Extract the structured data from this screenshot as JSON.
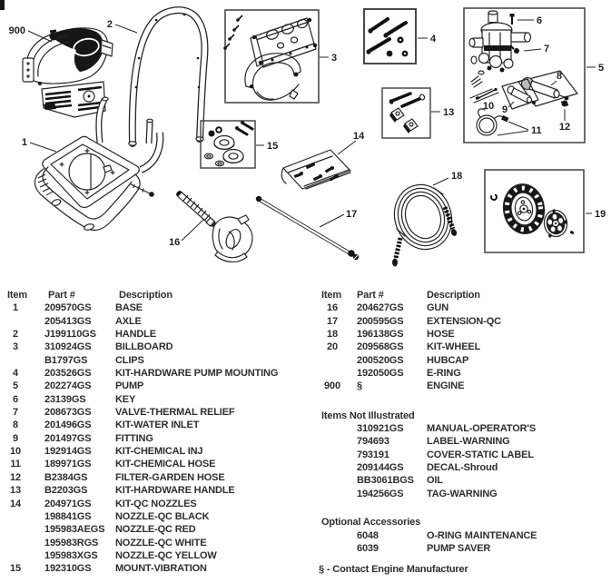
{
  "diagram": {
    "callouts": {
      "900": "900",
      "1": "1",
      "2": "2",
      "3": "3",
      "4": "4",
      "5": "5",
      "6": "6",
      "7": "7",
      "8": "8",
      "9": "9",
      "10": "10",
      "11": "11",
      "12": "12",
      "13": "13",
      "14": "14",
      "15": "15",
      "16": "16",
      "17": "17",
      "18": "18",
      "19": "19"
    }
  },
  "parts_table": {
    "headers": {
      "item": "Item",
      "part": "Part #",
      "desc": "Description"
    },
    "left_rows": [
      {
        "item": "1",
        "part": "209570GS",
        "desc": "BASE"
      },
      {
        "item": "",
        "part": "205413GS",
        "desc": "AXLE"
      },
      {
        "item": "2",
        "part": "J199110GS",
        "desc": "HANDLE"
      },
      {
        "item": "3",
        "part": "310924GS",
        "desc": "BILLBOARD"
      },
      {
        "item": "",
        "part": "B1797GS",
        "desc": "CLIPS"
      },
      {
        "item": "4",
        "part": "203526GS",
        "desc": "KIT-HARDWARE PUMP MOUNTING"
      },
      {
        "item": "5",
        "part": "202274GS",
        "desc": "PUMP"
      },
      {
        "item": "6",
        "part": "23139GS",
        "desc": "KEY"
      },
      {
        "item": "7",
        "part": "208673GS",
        "desc": "VALVE-THERMAL RELIEF"
      },
      {
        "item": "8",
        "part": "201496GS",
        "desc": "KIT-WATER INLET"
      },
      {
        "item": "9",
        "part": "201497GS",
        "desc": "FITTING"
      },
      {
        "item": "10",
        "part": "192914GS",
        "desc": "KIT-CHEMICAL INJ"
      },
      {
        "item": "11",
        "part": "189971GS",
        "desc": "KIT-CHEMICAL HOSE"
      },
      {
        "item": "12",
        "part": "B2384GS",
        "desc": "FILTER-GARDEN HOSE"
      },
      {
        "item": "13",
        "part": "B2203GS",
        "desc": "KIT-HARDWARE HANDLE"
      },
      {
        "item": "14",
        "part": "204971GS",
        "desc": "KIT-QC NOZZLES"
      },
      {
        "item": "",
        "part": "198841GS",
        "desc": "NOZZLE-QC BLACK"
      },
      {
        "item": "",
        "part": "195983AEGS",
        "desc": "NOZZLE-QC RED"
      },
      {
        "item": "",
        "part": "195983RGS",
        "desc": "NOZZLE-QC WHITE"
      },
      {
        "item": "",
        "part": "195983XGS",
        "desc": "NOZZLE-QC YELLOW"
      },
      {
        "item": "15",
        "part": "192310GS",
        "desc": "MOUNT-VIBRATION"
      }
    ],
    "right_rows": [
      {
        "item": "16",
        "part": "204627GS",
        "desc": "GUN"
      },
      {
        "item": "17",
        "part": "200595GS",
        "desc": "EXTENSION-QC"
      },
      {
        "item": "18",
        "part": "196138GS",
        "desc": "HOSE"
      },
      {
        "item": "20",
        "part": "209568GS",
        "desc": "KIT-WHEEL"
      },
      {
        "item": "",
        "part": "200520GS",
        "desc": "HUBCAP"
      },
      {
        "item": "",
        "part": "192050GS",
        "desc": "E-RING"
      },
      {
        "item": "900",
        "part": "§",
        "desc": "ENGINE"
      }
    ],
    "not_illustrated": {
      "title": "Items Not Illustrated",
      "rows": [
        {
          "item": "",
          "part": "310921GS",
          "desc": "MANUAL-OPERATOR'S"
        },
        {
          "item": "",
          "part": "794693",
          "desc": "LABEL-WARNING"
        },
        {
          "item": "",
          "part": "793191",
          "desc": "COVER-STATIC LABEL"
        },
        {
          "item": "",
          "part": "209144GS",
          "desc": "DECAL-Shroud"
        },
        {
          "item": "",
          "part": "BB3061BGS",
          "desc": "OIL"
        },
        {
          "item": "",
          "part": "194256GS",
          "desc": "TAG-WARNING"
        }
      ]
    },
    "optional": {
      "title": "Optional Accessories",
      "rows": [
        {
          "item": "",
          "part": "6048",
          "desc": "O-RING MAINTENANCE"
        },
        {
          "item": "",
          "part": "6039",
          "desc": "PUMP SAVER"
        }
      ]
    },
    "footnote": "§ - Contact Engine Manufacturer"
  }
}
